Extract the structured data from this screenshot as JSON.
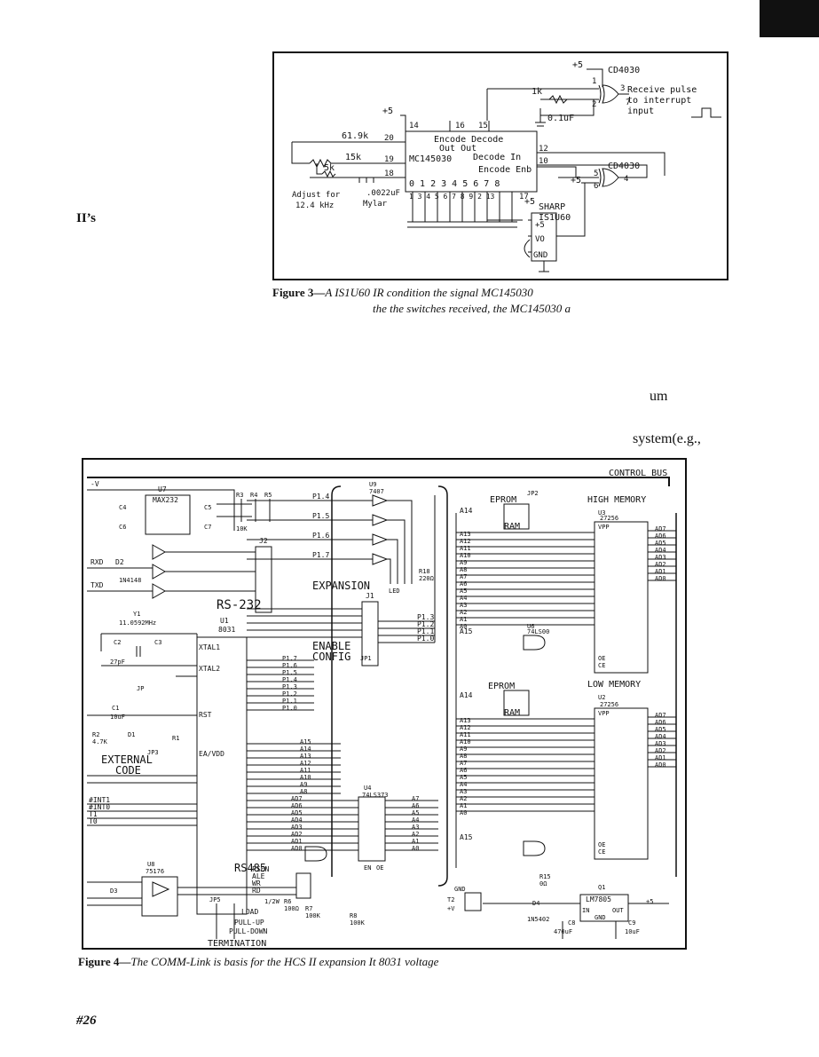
{
  "page_fragments": {
    "ii_s": "II’s",
    "um": "um",
    "system_eg": "system(e.g.,",
    "page_number": "#26"
  },
  "figure3": {
    "caption_label": "Figure 3—",
    "caption_line1": "A IS1U60 IR condition the signal MC145030",
    "caption_line2": "the the switches received, the MC145030 a",
    "labels": {
      "plus5_top": "+5",
      "cd4030_top": "CD4030",
      "receive_pulse_1": "Receive pulse",
      "receive_pulse_2": "to interrupt",
      "receive_pulse_3": "input",
      "r1k": "1k",
      "c01uf": "0.1uF",
      "plus5_chip": "+5",
      "pin14": "14",
      "pin16": "16",
      "pin15": "15",
      "encode_decode": "Encode Decode",
      "out_out": "Out    Out",
      "r619k": "61.9k",
      "pin20": "20",
      "r15k": "15k",
      "pin19": "19",
      "r5k": "5k",
      "pin18": "18",
      "mc145030": "MC145030",
      "decode_in": "Decode In",
      "pin12": "12",
      "encode_enb": "Encode Enb",
      "pin10": "10",
      "digits": "0 1 2 3 4 5 6 7 8",
      "pins_bottom": "1 3 4 5 6 7 8 9 2 13",
      "pin17": "17",
      "adjust_1": "Adjust for",
      "adjust_2": "12.4 kHz",
      "c0022": ".0022uF",
      "mylar": "Mylar",
      "cd4030_b": "CD4030",
      "plus5_b": "+5",
      "pin5": "5",
      "pin6": "6",
      "pin4": "4",
      "plus5_sharp": "+5",
      "sharp": "SHARP",
      "is1u60": "IS1U60",
      "vo": "VO",
      "gnd": "GND",
      "pin1": "1",
      "pin2": "2",
      "pin3": "3",
      "pin7": "7",
      "p_plus5": "+5"
    }
  },
  "figure4": {
    "caption_label": "Figure 4—",
    "caption_text": "The COMM-Link is  basis for the HCS II expansion   It   8031   voltage",
    "labels": {
      "control_bus": "CONTROL BUS",
      "neg_v": "-V",
      "u7": "U7",
      "max232": "MAX232",
      "c4": "C4",
      "c5": "C5",
      "c6": "C6",
      "c7": "C7",
      "r3": "R3",
      "r4": "R4",
      "r5": "R5",
      "r10k": "10K",
      "j2": "J2",
      "rs232": "RS-232",
      "rxd": "RXD",
      "txd": "TXD",
      "d2": "D2",
      "n4148": "1N4148",
      "y1": "Y1",
      "xtal": "11.0592MHz",
      "c2": "C2",
      "c3": "C3",
      "pf27": "27pF",
      "u1": "U1",
      "cpu": "8031",
      "xtal1": "XTAL1",
      "xtal2": "XTAL2",
      "jp": "JP",
      "c1": "C1",
      "c1v": "10uF",
      "r2": "R2",
      "r2v": "4.7K",
      "d1": "D1",
      "r1": "R1",
      "rst": "RST",
      "jp3": "JP3",
      "ea": "EA/VDD",
      "external_code_1": "EXTERNAL",
      "external_code_2": "CODE",
      "int1_bar": "#INT1",
      "int0_bar": "#INT0",
      "t1": "T1",
      "t0": "T0",
      "p14": "P1.4",
      "p15": "P1.5",
      "p16": "P1.6",
      "p17": "P1.7",
      "u9": "U9",
      "g7407": "7407",
      "expansion": "EXPANSION",
      "j1": "J1",
      "r18": "R18",
      "r18v": "220Ω",
      "led": "LED",
      "enable_1": "ENABLE",
      "enable_2": "CONFIG",
      "jp1": "JP1",
      "p13": "P1.3",
      "p12": "P1.2",
      "p11": "P1.1",
      "p10": "P1.0",
      "eprom": "EPROM",
      "jp2": "JP2",
      "high_memory": "HIGH MEMORY",
      "u3": "U3",
      "chip27256": "27256",
      "ram": "RAM",
      "low_memory": "LOW MEMORY",
      "u2": "U2",
      "u6": "U6",
      "g74ls00": "74LS00",
      "u4": "U4",
      "g74ls373": "74LS373",
      "psen": "PSEN",
      "ale": "ALE",
      "wr": "WR",
      "rd": "RD",
      "en": "EN",
      "oe": "OE",
      "a15": "A15",
      "a14": "A14",
      "u8": "U8",
      "u8chip": "75176",
      "rs485": "RS485",
      "d3": "D3",
      "jp5": "JP5",
      "load": "LOAD",
      "pull_up": "PULL-UP",
      "pull_down": "PULL-DOWN",
      "termination": "TERMINATION",
      "r6": "R6",
      "r6v": "100Ω",
      "r6w": "1/2W",
      "r7": "R7",
      "r7v": "100K",
      "r8": "R8",
      "r8v": "100K",
      "r15": "R15",
      "r15v": "0Ω",
      "q1": "Q1",
      "lm7805": "LM7805",
      "in": "IN",
      "out": "OUT",
      "gnd": "GND",
      "d4": "D4",
      "n5402": "1N5402",
      "c8": "C8",
      "c8v": "470uF",
      "c9": "C9",
      "c9v": "10uF",
      "t2": "T2",
      "plus_v": "+V",
      "plus5": "+5",
      "vpp": "VPP",
      "ce": "CE",
      "oe_mem": "OE"
    },
    "addr_pins": [
      "A13",
      "A12",
      "A11",
      "A10",
      "A9",
      "A8",
      "A7",
      "A6",
      "A5",
      "A4",
      "A3",
      "A2",
      "A1",
      "A0"
    ],
    "data_pins": [
      "AD7",
      "AD6",
      "AD5",
      "AD4",
      "AD3",
      "AD2",
      "AD1",
      "AD0"
    ],
    "p1_pins": [
      "P1.7",
      "P1.6",
      "P1.5",
      "P1.4",
      "P1.3",
      "P1.2",
      "P1.1",
      "P1.0"
    ],
    "p2_pins": [
      "A15",
      "A14",
      "A13",
      "A12",
      "A11",
      "A10",
      "A9",
      "A8"
    ],
    "p0_pins": [
      "AD7",
      "AD6",
      "AD5",
      "AD4",
      "AD3",
      "AD2",
      "AD1",
      "AD0"
    ],
    "latch_out": [
      "A7",
      "A6",
      "A5",
      "A4",
      "A3",
      "A2",
      "A1",
      "A0"
    ]
  }
}
